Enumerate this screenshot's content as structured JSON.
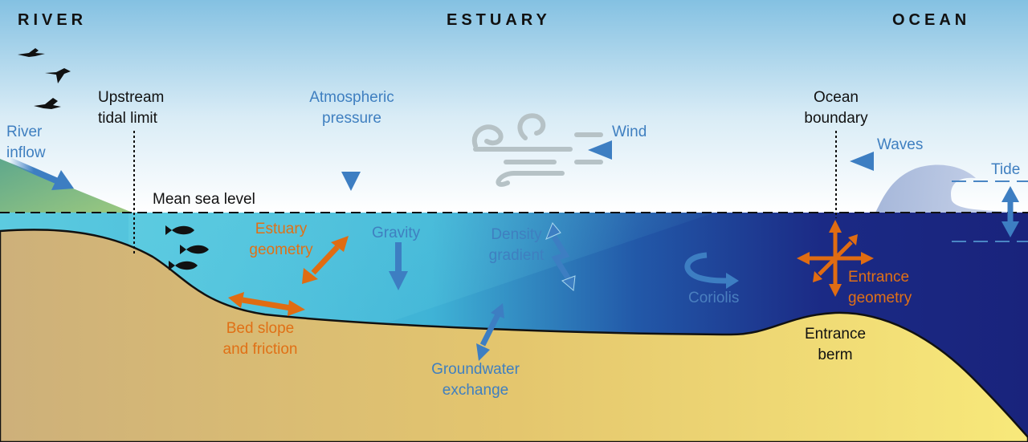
{
  "headings": {
    "river": "RIVER",
    "estuary": "ESTUARY",
    "ocean": "OCEAN"
  },
  "labels": {
    "river_inflow": [
      "River",
      "inflow"
    ],
    "upstream_tidal_limit": [
      "Upstream",
      "tidal limit"
    ],
    "atmospheric_pressure": [
      "Atmospheric",
      "pressure"
    ],
    "wind": "Wind",
    "ocean_boundary": [
      "Ocean",
      "boundary"
    ],
    "waves": "Waves",
    "tide": "Tide",
    "mean_sea_level": "Mean sea level",
    "estuary_geometry": [
      "Estuary",
      "geometry"
    ],
    "gravity": "Gravity",
    "density_gradient": [
      "Density",
      "gradient"
    ],
    "coriolis": "Coriolis",
    "entrance_geometry": [
      "Entrance",
      "geometry"
    ],
    "bed_slope_friction": [
      "Bed slope",
      "and friction"
    ],
    "groundwater_exchange": [
      "Groundwater",
      "exchange"
    ],
    "entrance_berm": [
      "Entrance",
      "berm"
    ]
  },
  "colors": {
    "arrow_blue": "#3d7ec2",
    "arrow_orange": "#e06c12",
    "ocean_dark": "#1c2a86",
    "estuary_light": "#52c3dd",
    "sediment": "#e8c765",
    "riverbank": "#6aae8e"
  }
}
